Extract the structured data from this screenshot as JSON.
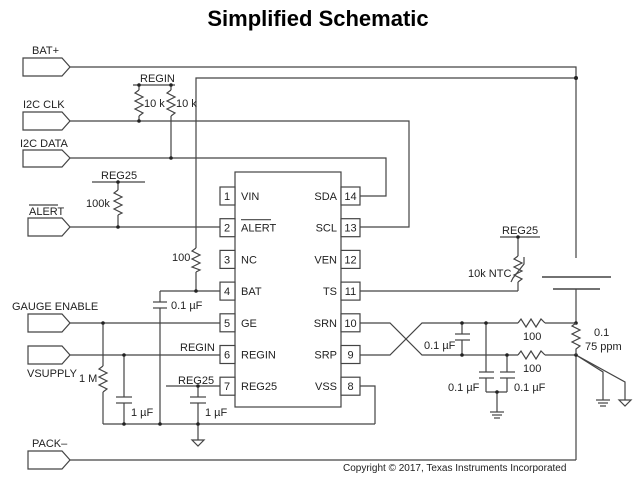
{
  "title": "Simplified Schematic",
  "copyright": "Copyright © 2017, Texas Instruments Incorporated",
  "connectors": {
    "bat_plus": "BAT+",
    "i2c_clk": "I2C CLK",
    "i2c_data": "I2C DATA",
    "alert": "ALERT",
    "gauge_enable": "GAUGE ENABLE",
    "vsupply": "VSUPPLY",
    "pack_minus": "PACK–"
  },
  "net_labels": {
    "regin_top": "REGIN",
    "reg25_alert": "REG25",
    "regin_pin6": "REGIN",
    "reg25_pin7": "REG25",
    "reg25_ntc": "REG25"
  },
  "components": {
    "r_pullup_clk": "10 k",
    "r_pullup_data": "10 k",
    "r_alert": "100k",
    "r_bat": "100",
    "c_bat": "0.1 µF",
    "r_ge": "1 M",
    "c_vsupply": "1 µF",
    "c_reg25": "1 µF",
    "ntc": "10k NTC",
    "c_diff": "0.1 µF",
    "r_srn": "100",
    "r_srp": "100",
    "c_srn": "0.1 µF",
    "c_srp": "0.1 µF",
    "r_sense_value": "0.1",
    "r_sense_tc": "75  ppm"
  },
  "ic": {
    "left_pins": [
      {
        "num": "1",
        "name": "VIN"
      },
      {
        "num": "2",
        "name": "ALERT"
      },
      {
        "num": "3",
        "name": "NC"
      },
      {
        "num": "4",
        "name": "BAT"
      },
      {
        "num": "5",
        "name": "GE"
      },
      {
        "num": "6",
        "name": "REGIN"
      },
      {
        "num": "7",
        "name": "REG25"
      }
    ],
    "right_pins": [
      {
        "num": "14",
        "name": "SDA"
      },
      {
        "num": "13",
        "name": "SCL"
      },
      {
        "num": "12",
        "name": "VEN"
      },
      {
        "num": "11",
        "name": "TS"
      },
      {
        "num": "10",
        "name": "SRN"
      },
      {
        "num": "9",
        "name": "SRP"
      },
      {
        "num": "8",
        "name": "VSS"
      }
    ]
  }
}
